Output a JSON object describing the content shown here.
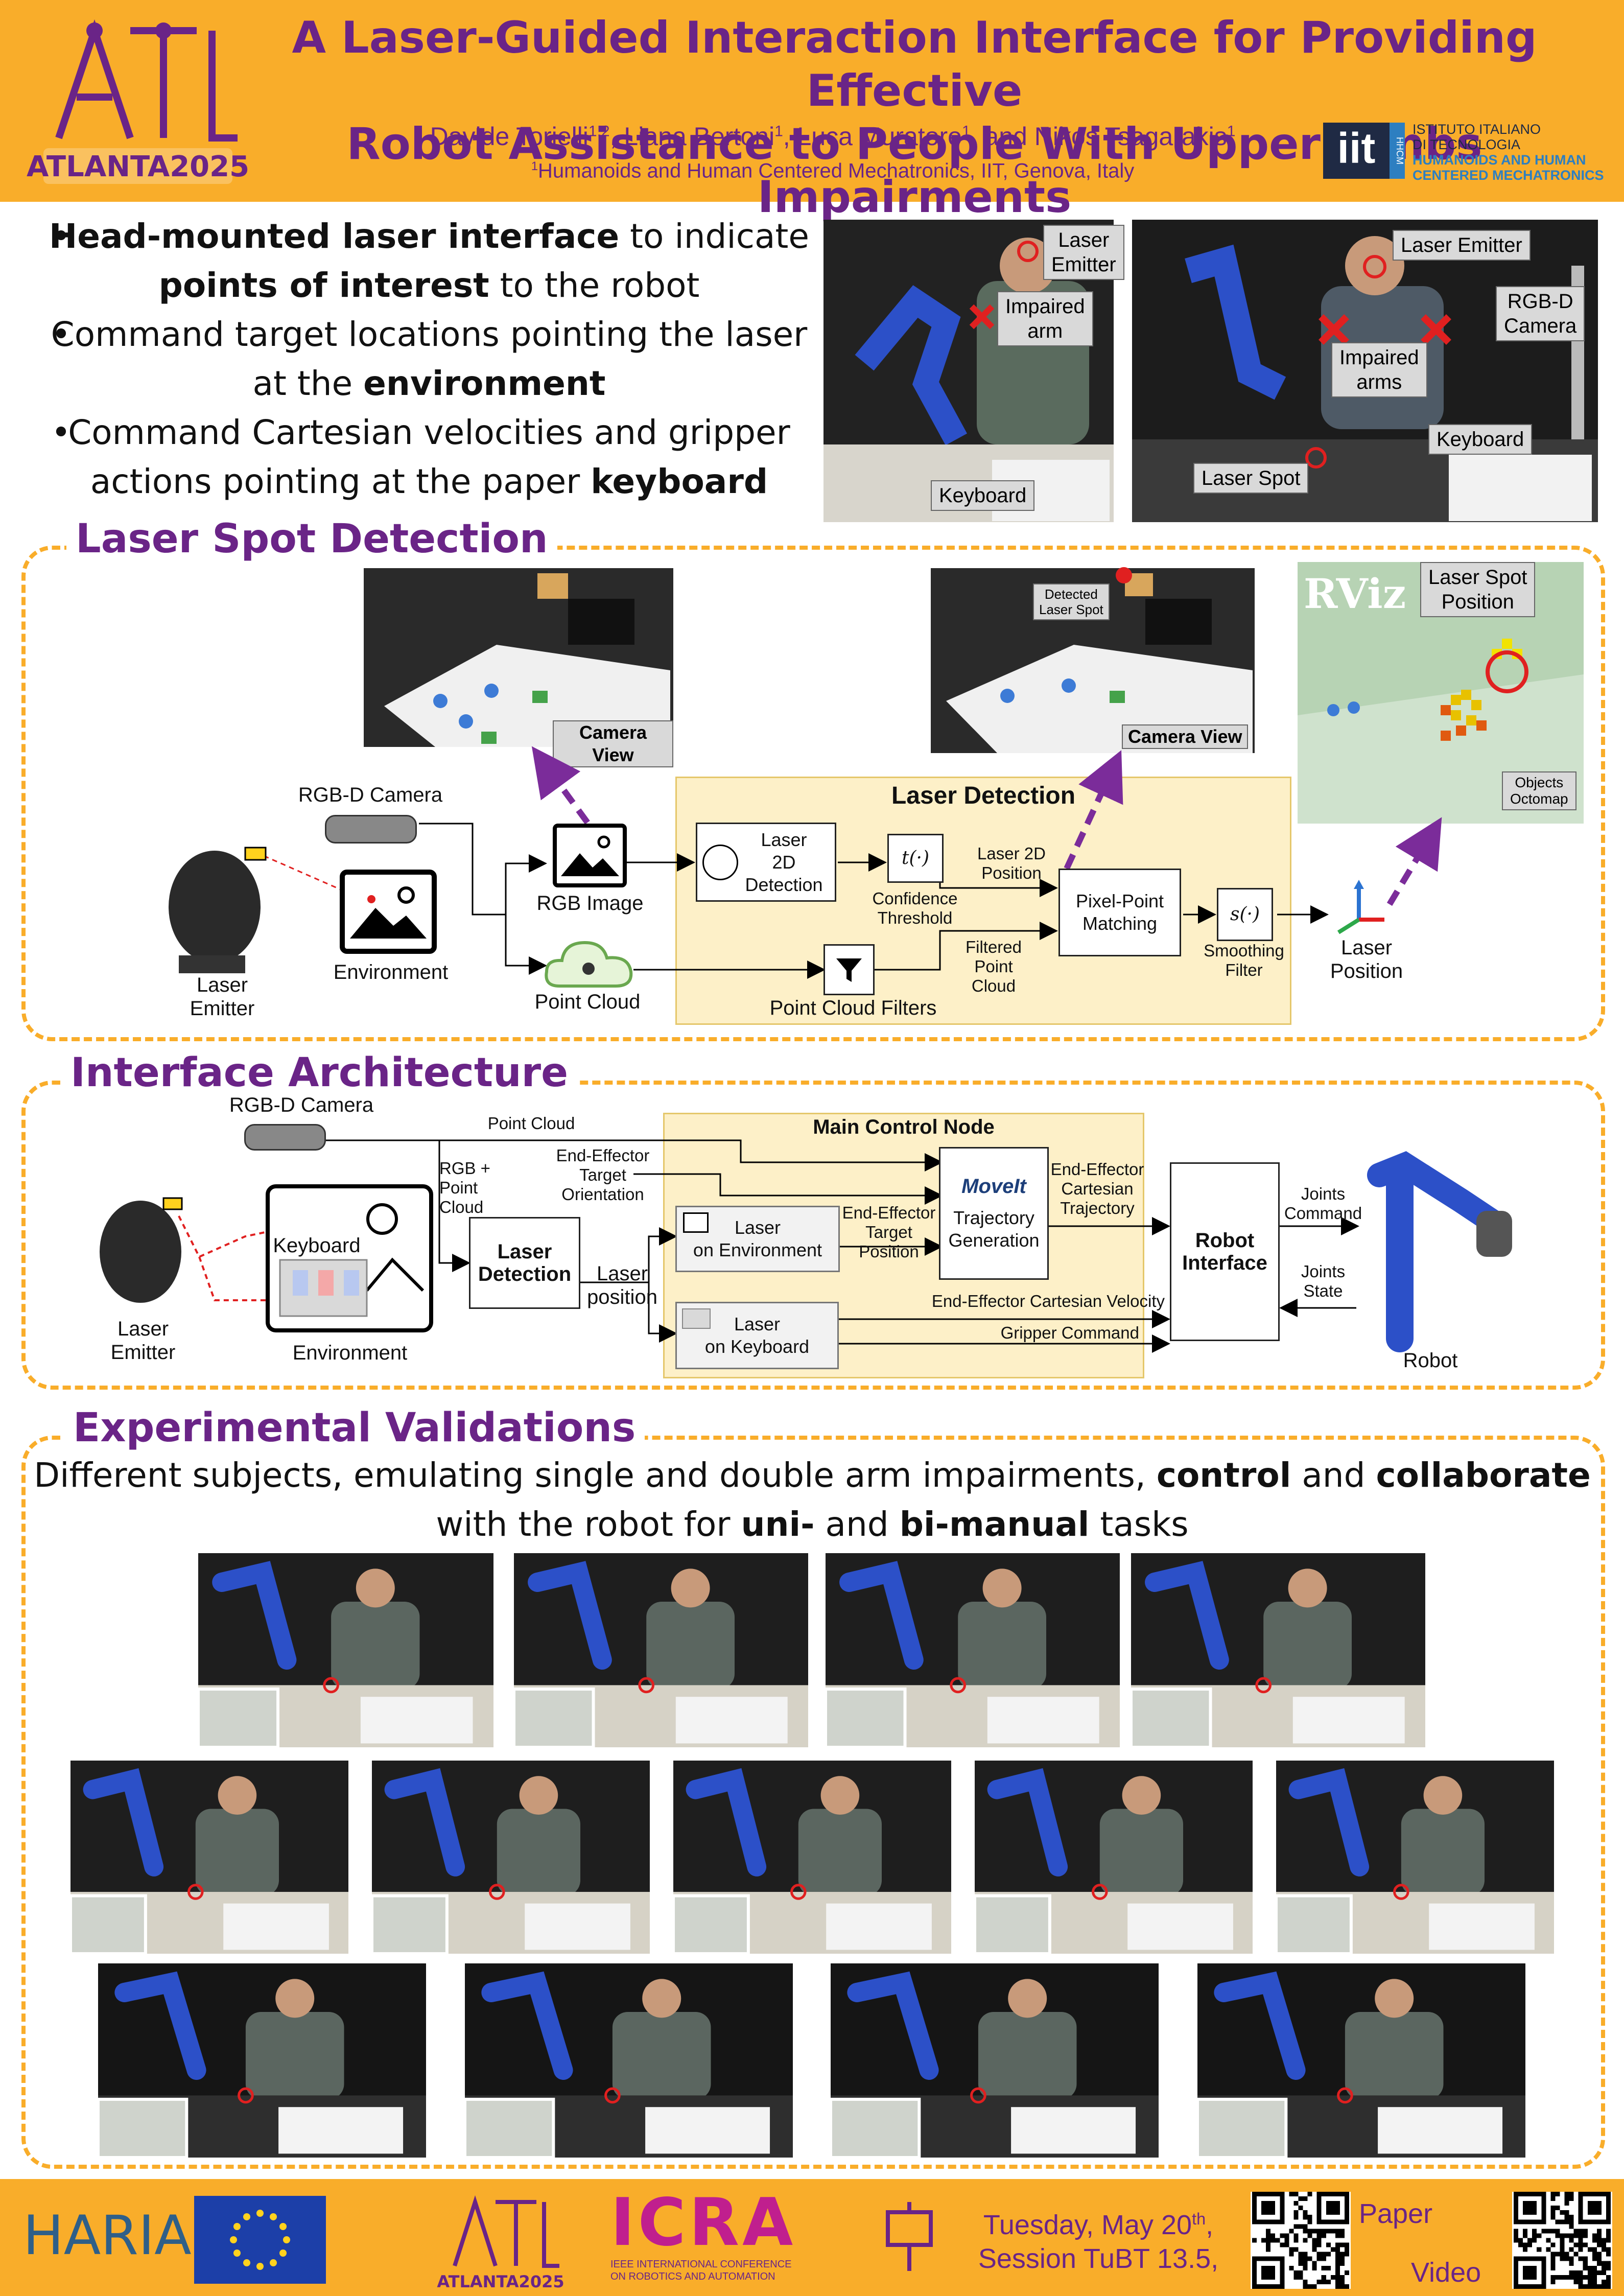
{
  "header": {
    "title_line1": "A Laser-Guided Interaction Interface for Providing Effective",
    "title_line2": "Robot Assistance to People With Upper Limbs Impairments",
    "authors": [
      {
        "name": "Davide Torielli",
        "sup": "1,2"
      },
      {
        "name": "Liana Bertoni",
        "sup": "1"
      },
      {
        "name": "Luca Muratore",
        "sup": "1"
      },
      {
        "name": "Nikos Tsagarakis",
        "sup": "1"
      }
    ],
    "affiliation_sup": "1",
    "affiliation": "Humanoids and Human Centered Mechatronics, IIT, Genova, Italy",
    "conference_logo_text": "ATLANTA2025",
    "iit_logo": {
      "mark": "iit",
      "side": "HHCM",
      "line1": "ISTITUTO ITALIANO",
      "line2": "DI TECNOLOGIA",
      "line3": "HUMANOIDS AND HUMAN",
      "line4": "CENTERED MECHATRONICS"
    }
  },
  "intro": {
    "bullets": [
      {
        "pre": "",
        "bold1": "Head-mounted laser interface",
        "mid": " to indicate ",
        "bold2": "points of interest",
        "post": " to the robot"
      },
      {
        "pre": "Command target locations pointing the laser at the ",
        "bold1": "environment",
        "mid": "",
        "bold2": "",
        "post": ""
      },
      {
        "pre": "Command Cartesian velocities and gripper actions pointing at the paper ",
        "bold1": "keyboard",
        "mid": "",
        "bold2": "",
        "post": ""
      }
    ],
    "photo1_labels": {
      "emitter": "Laser\nEmitter",
      "impaired": "Impaired\narm",
      "keyboard": "Keyboard"
    },
    "photo2_labels": {
      "emitter": "Laser Emitter",
      "camera": "RGB-D\nCamera",
      "impaired": "Impaired\narms",
      "keyboard": "Keyboard",
      "spot": "Laser Spot"
    }
  },
  "laser_detection": {
    "section_title": "Laser Spot Detection",
    "camera_view_1": "Camera View",
    "camera_view_2": "Camera View",
    "detected_spot": "Detected\nLaser Spot",
    "rviz": "RViz",
    "laser_spot_position": "Laser Spot\nPosition",
    "objects_octomap": "Objects\nOctomap",
    "box_title": "Laser Detection",
    "rgbd_camera": "RGB-D Camera",
    "environment": "Environment",
    "laser_emitter": "Laser\nEmitter",
    "rgb_image": "RGB Image",
    "point_cloud": "Point Cloud",
    "laser_2d_detection": "Laser\n2D\nDetection",
    "t_func": "t(·)",
    "confidence_threshold": "Confidence\nThreshold",
    "laser_2d_position": "Laser 2D\nPosition",
    "pixel_point_matching": "Pixel-Point\nMatching",
    "s_func": "s(·)",
    "smoothing_filter": "Smoothing\nFilter",
    "laser_position": "Laser\nPosition",
    "point_cloud_filters": "Point Cloud Filters",
    "filtered_point_cloud": "Filtered\nPoint\nCloud"
  },
  "architecture": {
    "section_title": "Interface Architecture",
    "rgbd_camera": "RGB-D Camera",
    "point_cloud": "Point Cloud",
    "rgb_point_cloud": "RGB +\nPoint\nCloud",
    "keyboard": "Keyboard",
    "environment": "Environment",
    "laser_emitter": "Laser\nEmitter",
    "laser_detection": "Laser\nDetection",
    "laser_position": "Laser\nposition",
    "main_control_node": "Main Control Node",
    "ee_target_orientation": "End-Effector\nTarget\nOrientation",
    "laser_on_environment": "Laser\non Environment",
    "ee_target_position": "End-Effector\nTarget\nPosition",
    "moveit": "MoveIt",
    "trajectory_generation": "Trajectory\nGeneration",
    "ee_cartesian_trajectory": "End-Effector\nCartesian\nTrajectory",
    "laser_on_keyboard": "Laser\non Keyboard",
    "ee_cartesian_velocity": "End-Effector Cartesian Velocity",
    "gripper_command": "Gripper Command",
    "robot_interface": "Robot\nInterface",
    "joints_command": "Joints\nCommand",
    "joints_state": "Joints\nState",
    "robot": "Robot"
  },
  "experiments": {
    "section_title": "Experimental Validations",
    "text_pre": "Different subjects, emulating single and double arm impairments, ",
    "text_b1": "control",
    "text_mid": " and ",
    "text_b2": "collaborate",
    "text_line2_pre": "with the robot for ",
    "text_b3": "uni-",
    "text_line2_mid": " and ",
    "text_b4": "bi-manual",
    "text_line2_post": " tasks"
  },
  "footer": {
    "haria": "HARIA",
    "icra": "ICRA",
    "icra_sub1": "IEEE INTERNATIONAL CONFERENCE",
    "icra_sub2": "ON ROBOTICS AND AUTOMATION",
    "atlanta": "ATLANTA2025",
    "session_line1_pre": "Tuesday, May 20",
    "session_sup": "th",
    "session_line1_post": ",",
    "session_line2": "Session TuBT 13.5,",
    "paper": "Paper",
    "video": "Video"
  },
  "colors": {
    "accent_orange": "#f9ad2a",
    "title_purple": "#6a2487",
    "box_yellow": "#fdf0c8",
    "laser_red": "#e02020",
    "arrow_purple": "#7b2c9a"
  }
}
